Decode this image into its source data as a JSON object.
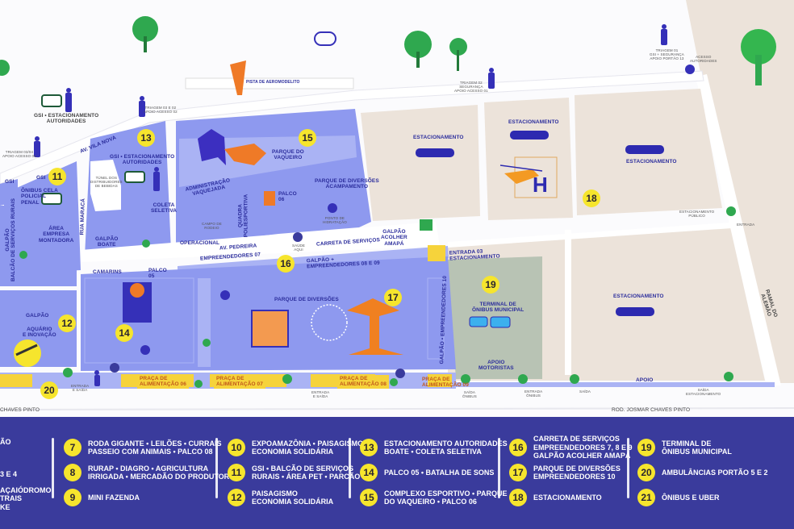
{
  "map": {
    "roads": {
      "vila_nova": "AV. VILA NOVA",
      "pedreira": "AV. PEDREIRA",
      "maraca": "RUA MARACÁ",
      "ramal": "RAMAL DO ALEMÃO",
      "rodovia": "ROD. JOSMAR CHAVES PINTO",
      "rodovia_left": "CHAVES PINTO",
      "pista": "PISTA DE AEROMODELITO"
    },
    "labels": {
      "gsi_estac_top": "GSI • ESTACIONAMENTO\nAUTORIDADES",
      "gsi_estac_13": "GSI • ESTACIONAMENTO\nAUTORIDADES",
      "gsi_11": "GSI",
      "gsi_left": "GSI",
      "onibus_cela": "ÔNIBUS CELA\nPOLICIAL\nPENAL",
      "area_montadora": "ÁREA\nEMPRESA\nMONTADORA",
      "galpao_balcao": "GALPÃO\nBALCÃO DE SERVIÇOS RURAIS",
      "coleta": "COLETA\nSELETIVA",
      "galpao_boate": "GALPÃO\nBOATE",
      "parque_vaqueiro": "PARQUE DO\nVAQUEIRO",
      "adm_vaquejada": "ADMINISTRAÇÃO\nVAQUEJADA",
      "quadra": "QUADRA\nPOLIESPORTIVA",
      "operacional": "OPERACIONAL",
      "parque_acamp": "PARQUE DE DIVERSÕES\nACAMPAMENTO",
      "palco06": "PALCO\n06",
      "carreta": "CARRETA DE SERVIÇOS",
      "galpao_acolher": "GALPÃO\nACOLHER\nAMAPÁ",
      "empreend07": "EMPREENDEDORES 07",
      "galpao_0809": "GALPÃO +\nEMPREENDEDORES 08 E 09",
      "entrada03": "ENTRADA 03\nESTACIONAMENTO",
      "camarins": "CAMARINS",
      "palco05": "PALCO\n05",
      "galpao_12": "GALPÃO",
      "aquario": "AQUÁRIO\nE INOVAÇÃO",
      "parque_div": "PARQUE DE DIVERSÕES",
      "galpao_emp10": "GALPÃO • EMPREENDEDORES 10",
      "terminal": "TERMINAL DE\nÔNIBUS MUNICIPAL",
      "apoio_mot": "APOIO\nMOTORISTAS",
      "apoio": "APOIO",
      "estac_1": "ESTACIONAMENTO",
      "estac_2": "ESTACIONAMENTO",
      "estac_3": "ESTACIONAMENTO",
      "estac_4": "ESTACIONAMENTO",
      "praca06": "PRAÇA DE\nALIMENTAÇÃO 06",
      "praca07": "PRAÇA DE\nALIMENTAÇÃO 07",
      "praca08": "PRAÇA DE\nALIMENTAÇÃO 08",
      "praca09": "PRAÇA DE\nALIMENTAÇÃO 09"
    },
    "small_labels": {
      "triagem_top": "TRIAGEM 03 E 02\nAPOIO ACESSO 02",
      "triagem_left": "TRIAGEM 03/04\nAPOIO ACESSO 04",
      "triagem_mid": "TRIAGEM 02\nSEGURANÇA\nAPOIO ACESSO 01",
      "triagem_right": "TRIAGEM 01\nGSI + SEGURANÇA\nAPOIO PORTÃO 13",
      "acesso_aut": "ACESSO\nAUTORIDADES",
      "estac_publico": "ESTACIONAMENTO\nPÚBLICO",
      "entrada": "ENTRADA",
      "entrada_saida_1": "ENTRADA\nE SAÍDA",
      "entrada_saida_2": "ENTRADA\nE SAÍDA",
      "saida_onibus": "SAÍDA\nÔNIBUS",
      "entrada_onibus": "ENTRADA\nÔNIBUS",
      "saida": "SAÍDA",
      "saida_estac": "SAÍDA\nESTACIONAMENTO",
      "tunel": "TÚNEL DOS\nDISTRIBUIDORES\nDE BEBIDAS",
      "campo": "CAMPO DE\nRODEIO",
      "ponto_hidr": "PONTO DE\nHIDRATAÇÃO",
      "saude_aqui": "SAÚDE\nAQUI"
    },
    "badges": [
      "11",
      "12",
      "13",
      "14",
      "15",
      "16",
      "17",
      "18",
      "19",
      "20"
    ]
  },
  "legend": {
    "partial": [
      "ÃO",
      "3 E 4",
      "AÇAIÓDROMO\nTRAIS\nKE"
    ],
    "columns": [
      [
        {
          "num": "7",
          "text": "RODA GIGANTE • LEILÕES • CURRAIS\nPASSEIO COM ANIMAIS • PALCO 08"
        },
        {
          "num": "8",
          "text": "RURAP • DIAGRO • AGRICULTURA\nIRRIGADA • MERCADÃO DO PRODUTOR"
        },
        {
          "num": "9",
          "text": "MINI FAZENDA"
        }
      ],
      [
        {
          "num": "10",
          "text": "EXPOAMAZÔNIA • PAISAGISMO\nECONOMIA SOLIDÁRIA"
        },
        {
          "num": "11",
          "text": "GSI • BALCÃO DE SERVIÇOS\nRURAIS • ÁREA PET • PARCÃO"
        },
        {
          "num": "12",
          "text": "PAISAGISMO\nECONOMIA SOLIDÁRIA"
        }
      ],
      [
        {
          "num": "13",
          "text": "ESTACIONAMENTO AUTORIDADES\nBOATE  • COLETA SELETIVA"
        },
        {
          "num": "14",
          "text": "PALCO 05 • BATALHA DE SONS"
        },
        {
          "num": "15",
          "text": "COMPLEXO ESPORTIVO • PARQUE\nDO VAQUEIRO • PALCO 06"
        }
      ],
      [
        {
          "num": "16",
          "text": "CARRETA DE SERVIÇOS\nEMPREENDEDORES 7, 8 E 9\nGALPÃO ACOLHER AMAPÁ"
        },
        {
          "num": "17",
          "text": "PARQUE DE DIVERSÕES\nEMPREENDEDORES 10"
        },
        {
          "num": "18",
          "text": "ESTACIONAMENTO"
        }
      ],
      [
        {
          "num": "19",
          "text": "TERMINAL DE\nÔNIBUS MUNICIPAL"
        },
        {
          "num": "20",
          "text": "AMBULÂNCIAS PORTÃO 5 E 2"
        },
        {
          "num": "21",
          "text": "ÔNIBUS E UBER"
        }
      ]
    ]
  },
  "colors": {
    "zone": "#8e99ef",
    "zone_light": "#aab3f4",
    "parking": "#ece3da",
    "terminal": "#b8c3b4",
    "legend_bg": "#3a3b9c",
    "badge": "#f6e52d",
    "text": "#2b2d9c"
  }
}
